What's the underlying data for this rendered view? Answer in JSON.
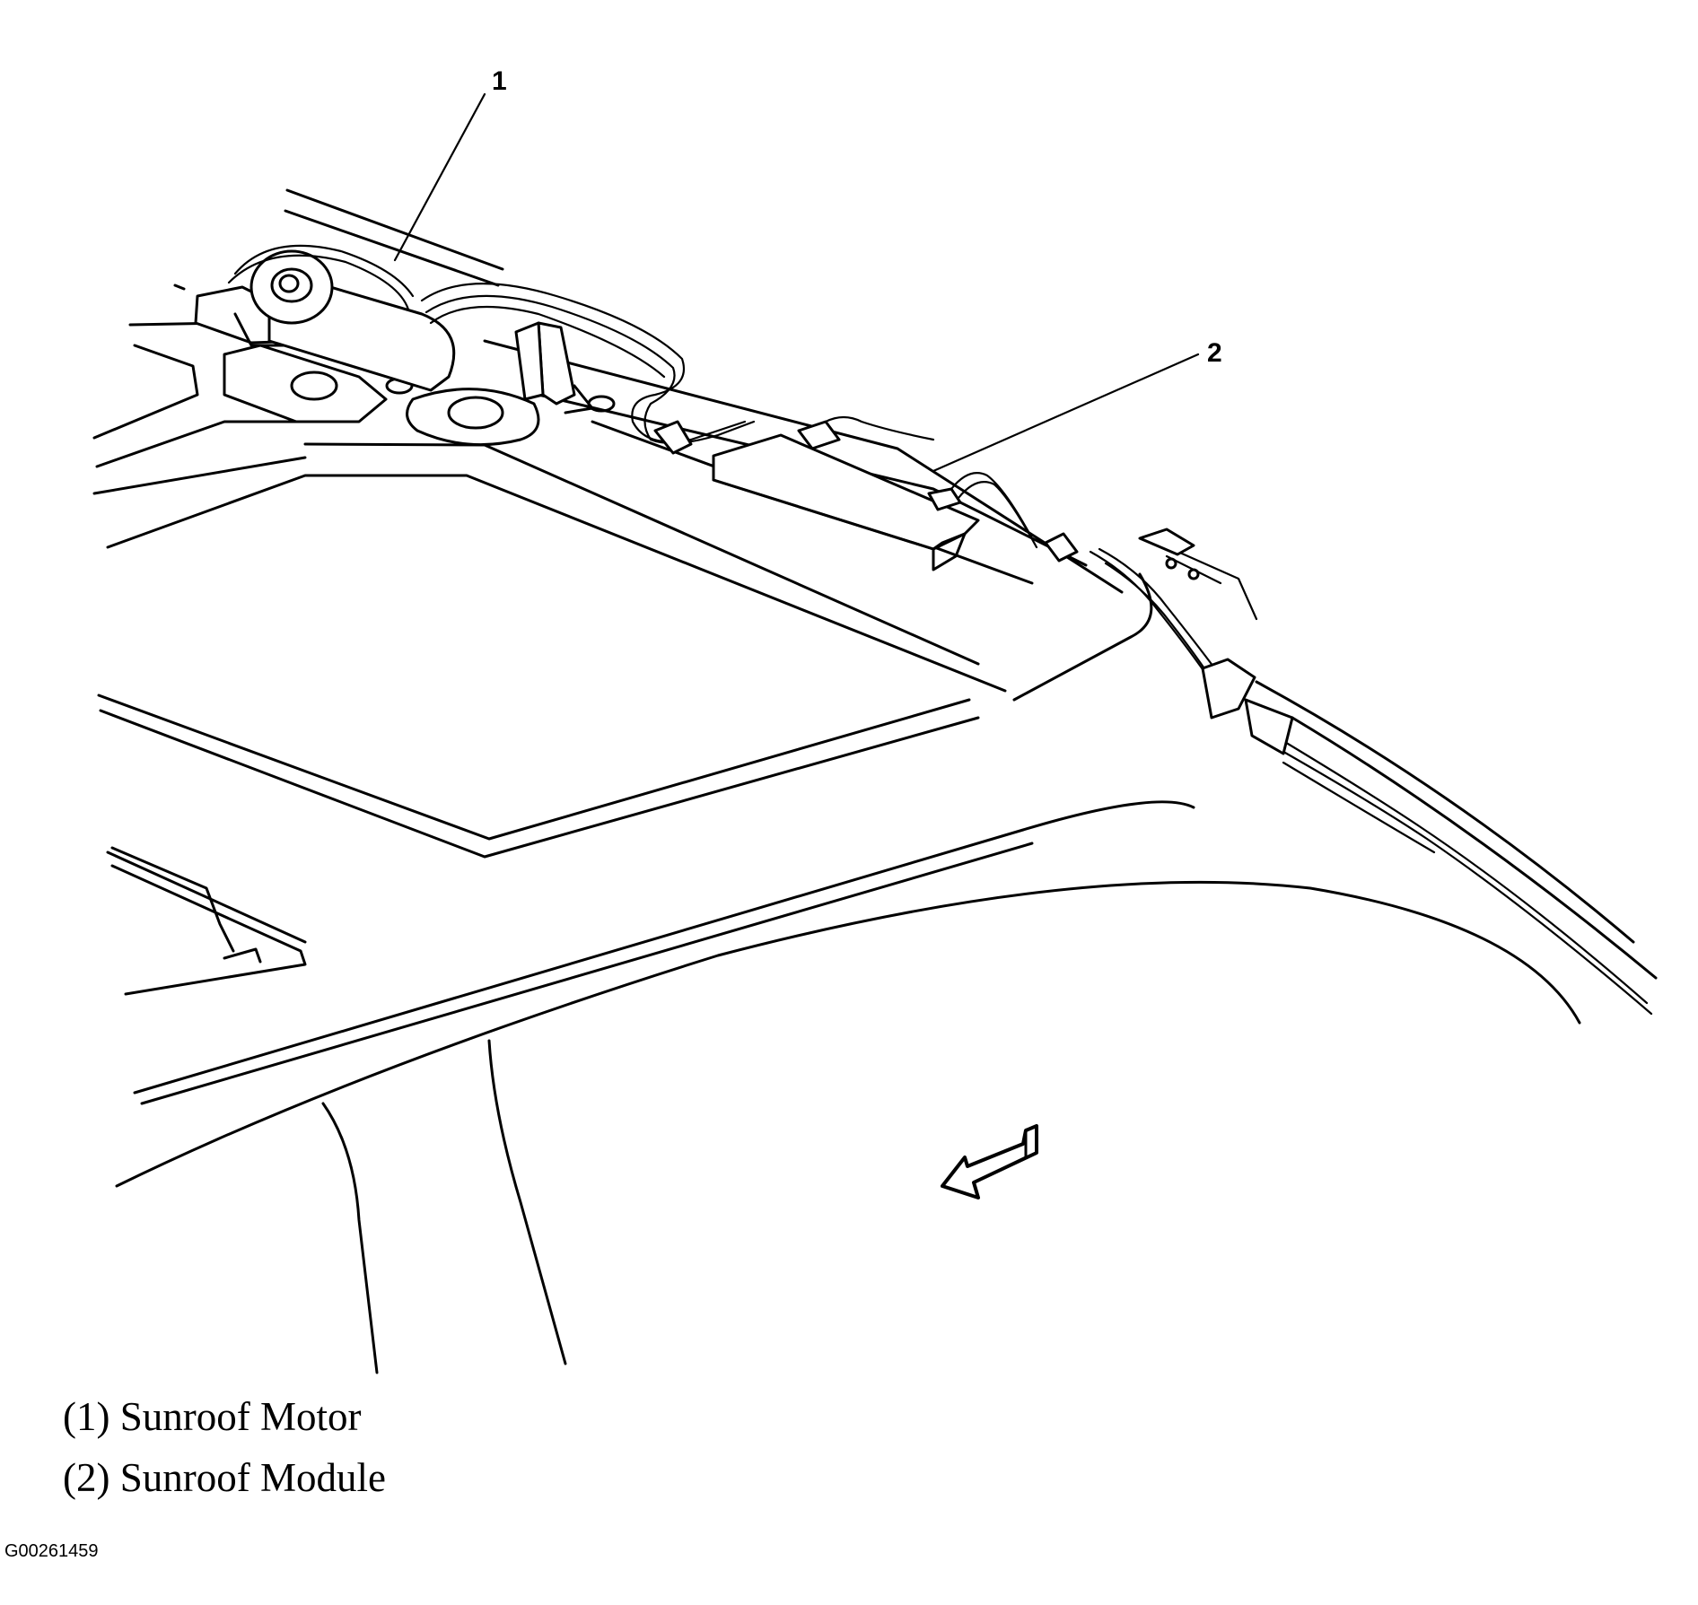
{
  "callouts": [
    {
      "number": "1"
    },
    {
      "number": "2"
    }
  ],
  "legend": [
    {
      "text": "(1) Sunroof Motor"
    },
    {
      "text": "(2) Sunroof Module"
    }
  ],
  "figure_id": "G00261459",
  "colors": {
    "line": "#000000",
    "background": "#ffffff"
  }
}
